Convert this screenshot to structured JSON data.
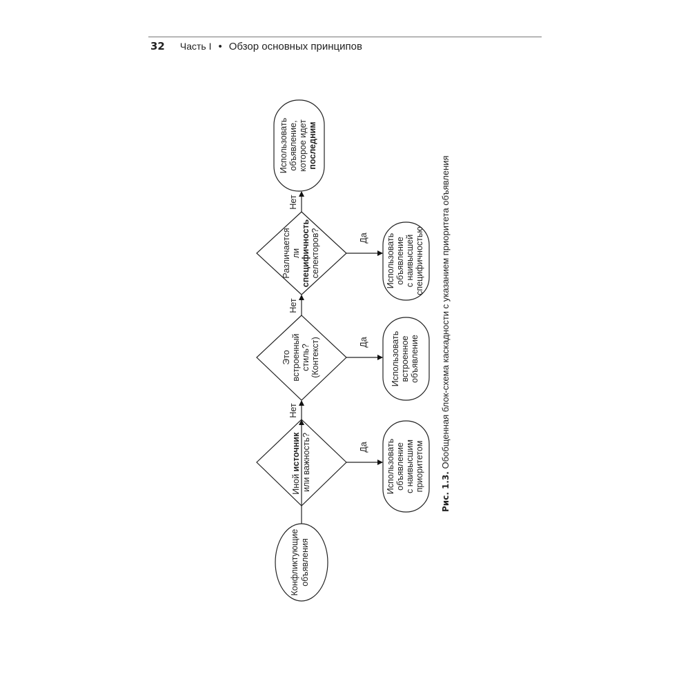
{
  "header": {
    "page_number": "32",
    "part": "Часть I",
    "bullet": "•",
    "section": "Обзор основных принципов"
  },
  "flowchart": {
    "start": [
      "Конфликтующие",
      "объявления"
    ],
    "decision1": {
      "pre": "Иной ",
      "bold": "источник",
      "line2": "или важность?"
    },
    "decision2": [
      "Это",
      "встроенный",
      "стиль?",
      "(Контекст)"
    ],
    "decision3": {
      "line1": "Различается",
      "line2": "ли",
      "bold": "специфичность",
      "line4": "селекторов?"
    },
    "end_last": {
      "line1": "Использовать",
      "line2": "объявление,",
      "line3": "которое идет",
      "bold": "последним"
    },
    "result1": [
      "Использовать",
      "объявление",
      "с наивысшим",
      "приоритетом"
    ],
    "result2": [
      "Использовать",
      "встроенное",
      "объявление"
    ],
    "result3": [
      "Использовать",
      "объявление",
      "с наивысшей",
      "специфичностью"
    ],
    "yes_label": "Да",
    "no_label": "Нет"
  },
  "caption": {
    "label": "Рис. 1.3.",
    "text": " Обобщенная блок-схема каскадности с указанием приоритета объявления"
  }
}
